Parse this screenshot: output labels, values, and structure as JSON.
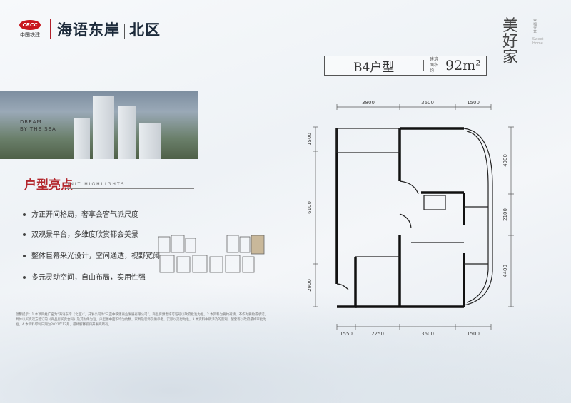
{
  "brand": {
    "company_mark": "CRCC",
    "company_name": "中国铁建",
    "project_name": "海语东岸",
    "district": "北区"
  },
  "corner_logo": {
    "chinese": "美好家",
    "side_text": "幸福分会",
    "english_line1": "Sweet",
    "english_line2": "Home"
  },
  "unit": {
    "type": "B4户型",
    "area_label_1": "建筑",
    "area_label_2": "面积约",
    "area": "92m²"
  },
  "photo": {
    "tagline_1": "DREAM",
    "tagline_2": "BY THE SEA"
  },
  "highlights": {
    "title": "户型亮点",
    "subtitle": "UNIT HIGHLIGHTS",
    "items": [
      "方正开间格局，奢享会客气派尺度",
      "双观景平台，多维度欣赏都会美景",
      "整体巨幕采光设计，空间通透，视野宽阔",
      "多元灵动空间，自由布局，实用性强"
    ]
  },
  "dimensions": {
    "top": [
      "3800",
      "3600",
      "1500"
    ],
    "bottom": [
      "1550",
      "2250",
      "3600",
      "1500"
    ],
    "left": [
      "1500",
      "6100",
      "2900"
    ],
    "right": [
      "4000",
      "2100",
      "4400"
    ]
  },
  "disclaimer": "温馨提示：1.本项目推广名为“海语东岸（北区）”，开发公司为“三亚中铁建商业发展有限公司”，商品房预售许可证号以政府批准为准。2.本资料为要约邀请，不作为要约或承诺，具体以买卖双方签订的《商品房买卖合同》及其附件为准。户型图中面积均为约数，家具及装饰仅供参考，实际以交付为准。3.本资料中所涉及的景观、配套等以政府最终审批为准。4.本资料印制日期为2021年12月，最终解释权归开发商所有。",
  "colors": {
    "accent_red": "#b3262c",
    "dark_text": "#1c2a3a"
  }
}
